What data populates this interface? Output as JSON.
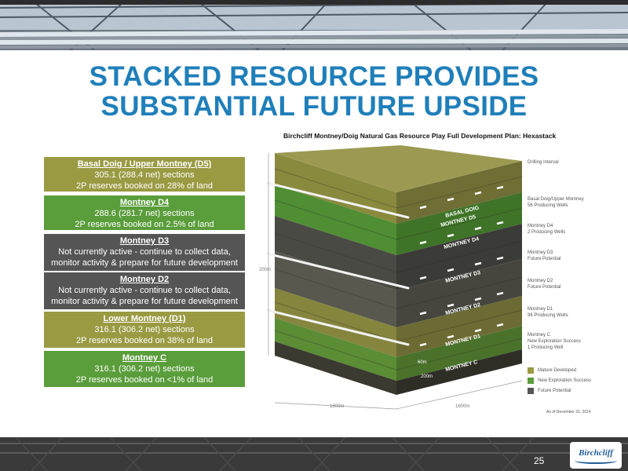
{
  "title": {
    "line1": "STACKED RESOURCE PROVIDES",
    "line2": "SUBSTANTIAL FUTURE UPSIDE"
  },
  "diagram_caption": "Birchcliff Montney/Doig Natural Gas Resource Play Full Development Plan: Hexastack",
  "zones": [
    {
      "name": "Basal Doig / Upper Montney (D5)",
      "line1": "305.1 (288.4 net) sections",
      "line2": "2P reserves booked on 28% of land",
      "color": "#9a9a43"
    },
    {
      "name": "Montney D4",
      "line1": "288.6 (281.7 net) sections",
      "line2": "2P reserves booked on 2.5% of land",
      "color": "#5a9d3b"
    },
    {
      "name": "Montney D3",
      "line1": "Not currently active - continue to collect data,",
      "line2": "monitor activity & prepare for future development",
      "color": "#555555"
    },
    {
      "name": "Montney D2",
      "line1": "Not currently active - continue to collect data,",
      "line2": "monitor activity & prepare for future development",
      "color": "#555555"
    },
    {
      "name": "Lower Montney (D1)",
      "line1": "316.1 (306.2 net) sections",
      "line2": "2P reserves booked on 38% of land",
      "color": "#9a9a43"
    },
    {
      "name": "Montney C",
      "line1": "316.1 (306.2 net) sections",
      "line2": "2P reserves booked on <1% of land",
      "color": "#5a9d3b"
    }
  ],
  "block_labels": {
    "basal_doig": "BASAL DOIG",
    "d5": "MONTNEY D5",
    "d4": "MONTNEY D4",
    "d3": "MONTNEY D3",
    "d2": "MONTNEY D2",
    "d1": "MONTNEY D1",
    "c": "MONTNEY C",
    "dim_height": "200m",
    "dim_width_left": "1600m",
    "dim_width_right": "1600m",
    "dim_spacing": "60m",
    "dim_offset": "200m"
  },
  "legend_layers": [
    {
      "title": "Drilling Interval",
      "sub": ""
    },
    {
      "title": "Basal Doig/Upper Montney",
      "sub": "56 Producing Wells"
    },
    {
      "title": "Montney D4",
      "sub": "2 Producing Wells"
    },
    {
      "title": "Montney D3",
      "sub": "Future Potential"
    },
    {
      "title": "Montney D2",
      "sub": "Future Potential"
    },
    {
      "title": "Montney D1",
      "sub": "96 Producing Wells"
    },
    {
      "title": "Montney C",
      "sub": "New Exploration Success",
      "sub2": "1 Producing Well"
    }
  ],
  "legend_keys": [
    {
      "label": "Mature Developed",
      "color": "#9a9a43"
    },
    {
      "label": "New Exploration Success",
      "color": "#5a9d3b"
    },
    {
      "label": "Future Potential",
      "color": "#555555"
    }
  ],
  "as_of": "As of December 31, 2014",
  "page_number": "25",
  "logo_text": "Birchcliff"
}
